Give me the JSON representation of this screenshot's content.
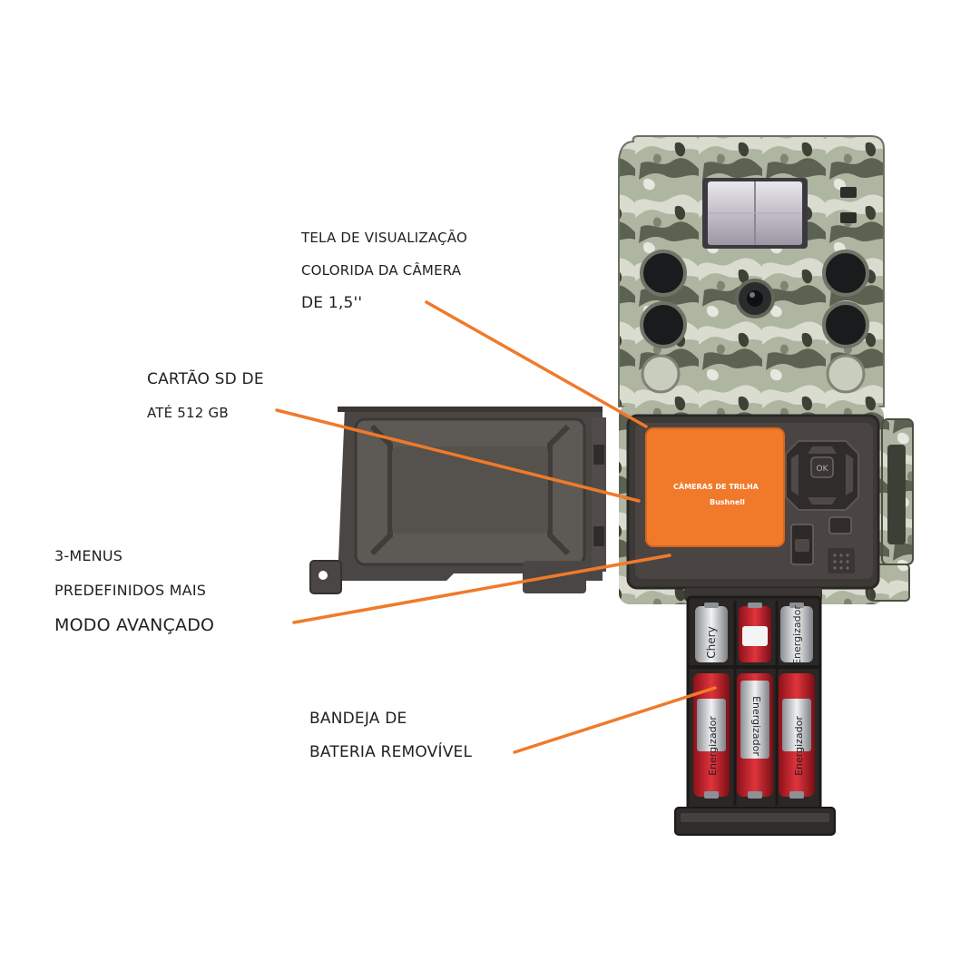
{
  "callouts": {
    "viewing_screen": {
      "line1": "TELA DE VISUALIZAÇÃO",
      "line2": "COLORIDA DA CÂMERA",
      "line3": "DE 1,5''"
    },
    "sd_card": {
      "line1": "CARTÃO SD DE",
      "line2": "ATÉ 512 GB"
    },
    "menus": {
      "line1": "3-MENUS",
      "line2": "PREDEFINIDOS MAIS",
      "line3": "MODO AVANÇADO"
    },
    "battery_tray": {
      "line1": "BANDEJA DE",
      "line2": "BATERIA REMOVÍVEL"
    }
  },
  "camera_screen": {
    "title": "CÂMERAS DE TRILHA",
    "brand": "Bushnell"
  },
  "controls": {
    "ok_label": "OK"
  },
  "batteries": {
    "top_row": [
      "Chery",
      "",
      "Energizador"
    ],
    "bottom_row": [
      "Energizador",
      "Energizador",
      "Energizador"
    ]
  },
  "colors": {
    "accent_orange": "#F07A2A",
    "camo_light": "#B9C0AE",
    "camo_dark": "#4E5345",
    "body_dark": "#3E3B38",
    "battery_red": "#C8232C"
  }
}
